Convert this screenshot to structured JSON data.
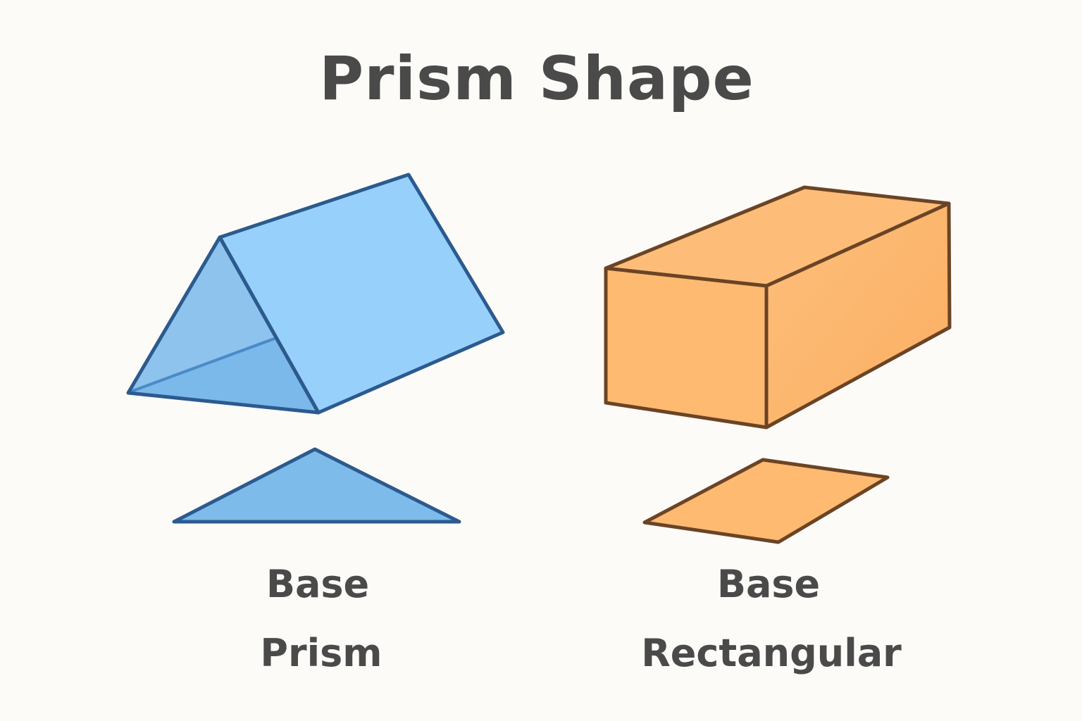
{
  "title": "Prism Shape",
  "shapes": [
    {
      "kind": "triangular-prism",
      "base_label": "Base",
      "name_label": "Prism",
      "colors": {
        "face_front": "#7dbbeb",
        "face_side": "#97d1fb",
        "face_inner": "#67a9df",
        "outline": "#2c5a8f",
        "inner_line": "#4b89c8"
      }
    },
    {
      "kind": "rectangular-prism",
      "base_label": "Base",
      "name_label": "Rectangular",
      "colors": {
        "face_top": "#fdbd78",
        "face_front": "#feba70",
        "face_side": "#fcb268",
        "outline": "#6b4426"
      }
    }
  ]
}
